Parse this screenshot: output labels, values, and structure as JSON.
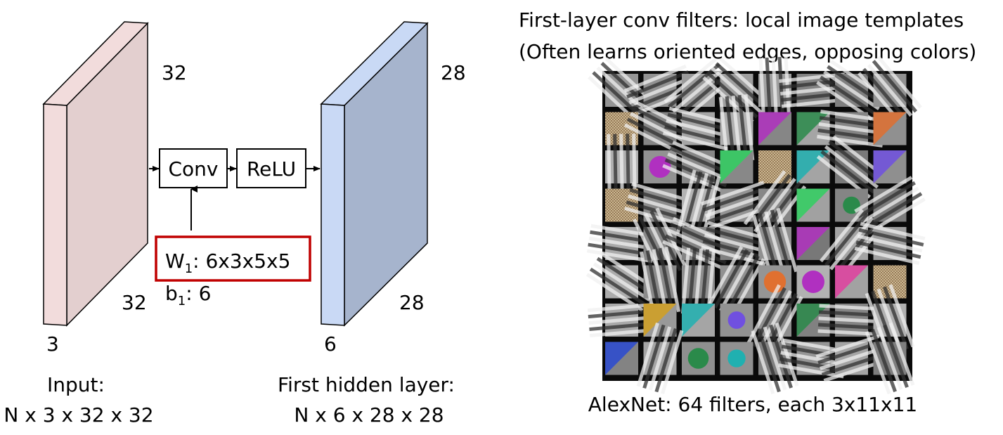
{
  "input_volume": {
    "height_label": "32",
    "width_label": "32",
    "depth_label": "3",
    "caption_line1": "Input:",
    "caption_line2": "N x 3 x 32 x 32",
    "front_color": "#f2dcdc",
    "side_color": "#e3cfcf"
  },
  "hidden_volume": {
    "height_label": "28",
    "width_label": "28",
    "depth_label": "6",
    "caption_line1": "First hidden layer:",
    "caption_line2": "N x 6 x 28 x 28",
    "front_color": "#c9d9f5",
    "side_color": "#a6b4cd"
  },
  "ops": {
    "conv_label": "Conv",
    "relu_label": "ReLU"
  },
  "params": {
    "w_name": "W",
    "w_sub": "1",
    "w_dims": ": 6x3x5x5",
    "b_name": "b",
    "b_sub": "1",
    "b_dims": ": 6",
    "box_color": "#c00000",
    "text_color": "#1a1aff"
  },
  "filters_panel": {
    "title_line1": "First-layer conv filters: local image templates",
    "title_line2": "(Often learns oriented edges, opposing colors)",
    "caption": "AlexNet: 64 filters, each 3x11x11",
    "rows": 8,
    "cols": 8
  }
}
